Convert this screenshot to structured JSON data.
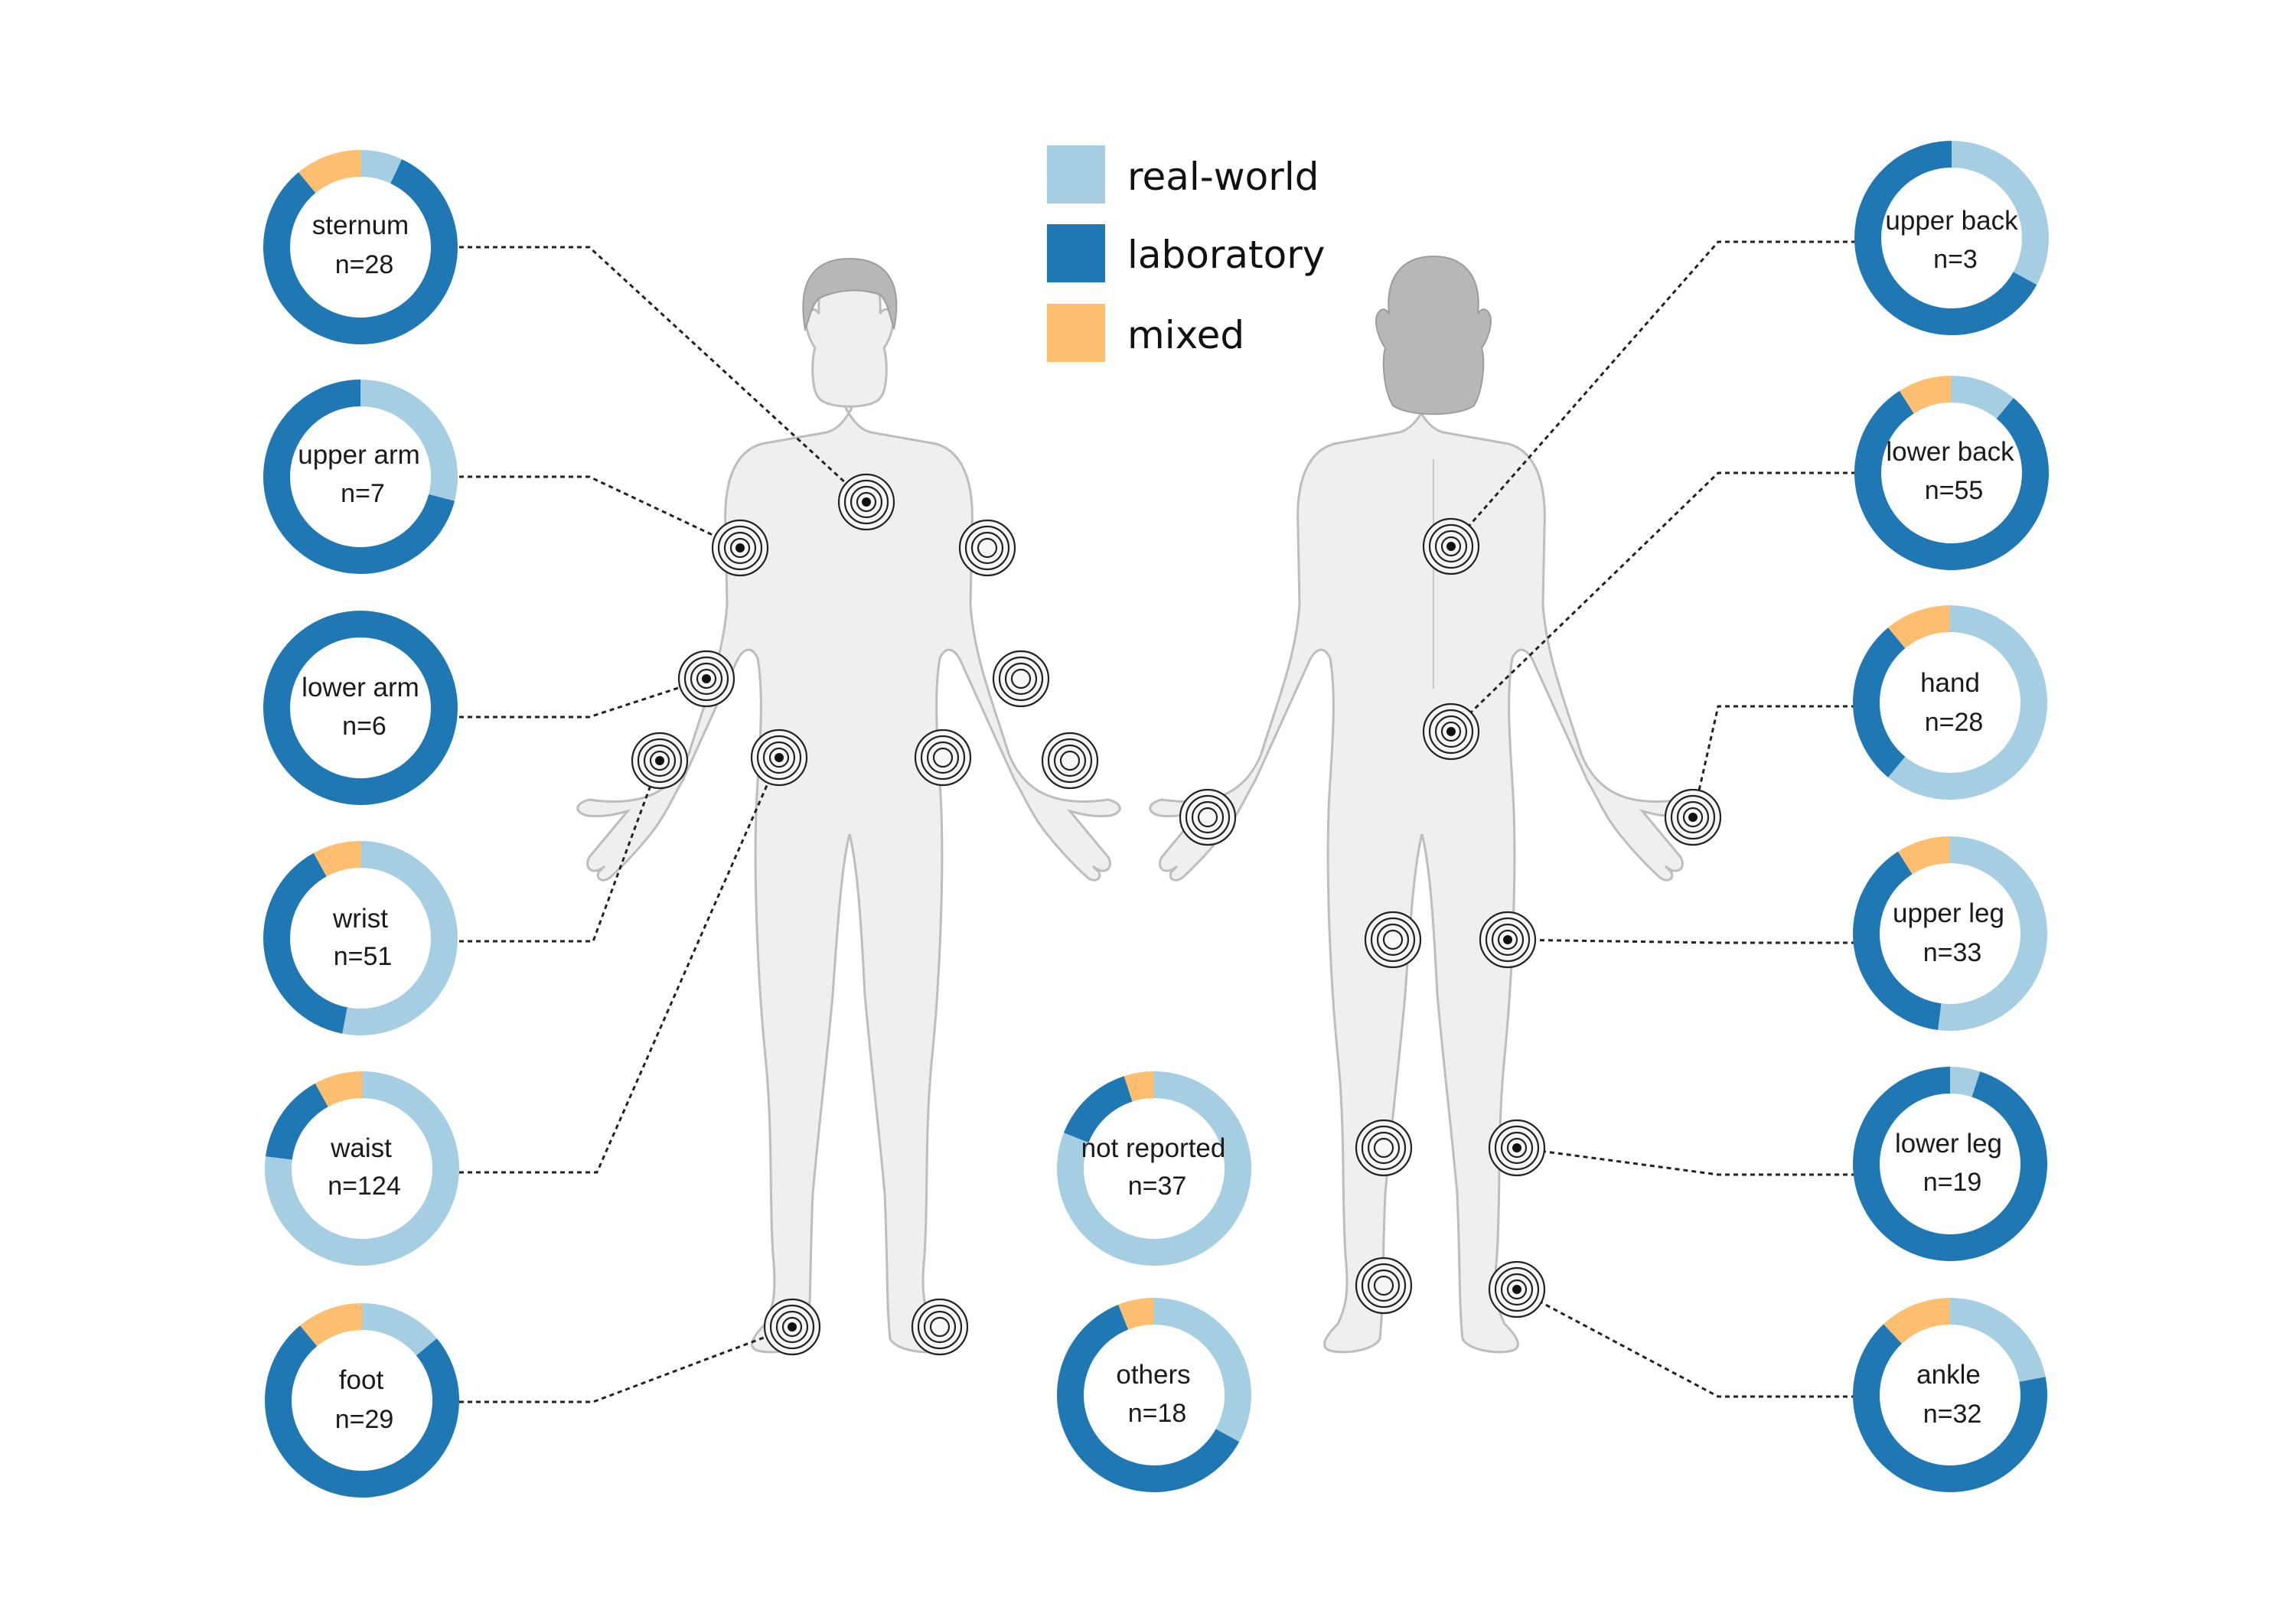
{
  "colors": {
    "real_world": "#a6cee3",
    "laboratory": "#1f78b4",
    "mixed": "#fdbf6f"
  },
  "legend": [
    {
      "key": "real_world",
      "label": "real-world"
    },
    {
      "key": "laboratory",
      "label": "laboratory"
    },
    {
      "key": "mixed",
      "label": "mixed"
    }
  ],
  "locations": [
    {
      "name": "sternum",
      "n": "n=28",
      "real_world": 0.07,
      "laboratory": 0.82,
      "mixed": 0.11
    },
    {
      "name": "upper arm",
      "n": "n=7",
      "real_world": 0.29,
      "laboratory": 0.71,
      "mixed": 0.0
    },
    {
      "name": "lower arm",
      "n": "n=6",
      "real_world": 0.0,
      "laboratory": 1.0,
      "mixed": 0.0
    },
    {
      "name": "wrist",
      "n": "n=51",
      "real_world": 0.53,
      "laboratory": 0.39,
      "mixed": 0.08
    },
    {
      "name": "waist",
      "n": "n=124",
      "real_world": 0.77,
      "laboratory": 0.15,
      "mixed": 0.08
    },
    {
      "name": "foot",
      "n": "n=29",
      "real_world": 0.14,
      "laboratory": 0.75,
      "mixed": 0.11
    },
    {
      "name": "not reported",
      "n": "n=37",
      "real_world": 0.81,
      "laboratory": 0.14,
      "mixed": 0.05
    },
    {
      "name": "others",
      "n": "n=18",
      "real_world": 0.33,
      "laboratory": 0.61,
      "mixed": 0.06
    },
    {
      "name": "upper back",
      "n": "n=3",
      "real_world": 0.33,
      "laboratory": 0.67,
      "mixed": 0.0
    },
    {
      "name": "lower back",
      "n": "n=55",
      "real_world": 0.11,
      "laboratory": 0.8,
      "mixed": 0.09
    },
    {
      "name": "hand",
      "n": "n=28",
      "real_world": 0.61,
      "laboratory": 0.28,
      "mixed": 0.11
    },
    {
      "name": "upper leg",
      "n": "n=33",
      "real_world": 0.52,
      "laboratory": 0.39,
      "mixed": 0.09
    },
    {
      "name": "lower leg",
      "n": "n=19",
      "real_world": 0.05,
      "laboratory": 0.95,
      "mixed": 0.0
    },
    {
      "name": "ankle",
      "n": "n=32",
      "real_world": 0.22,
      "laboratory": 0.66,
      "mixed": 0.12
    }
  ]
}
